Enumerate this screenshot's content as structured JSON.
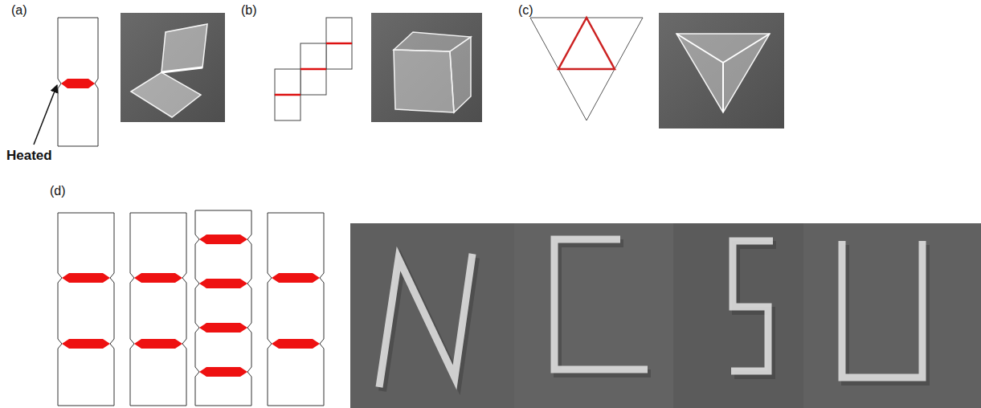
{
  "diagram": {
    "labels": [
      "(a)",
      "Heated",
      "(b)",
      "(c)",
      "(d)"
    ]
  }
}
